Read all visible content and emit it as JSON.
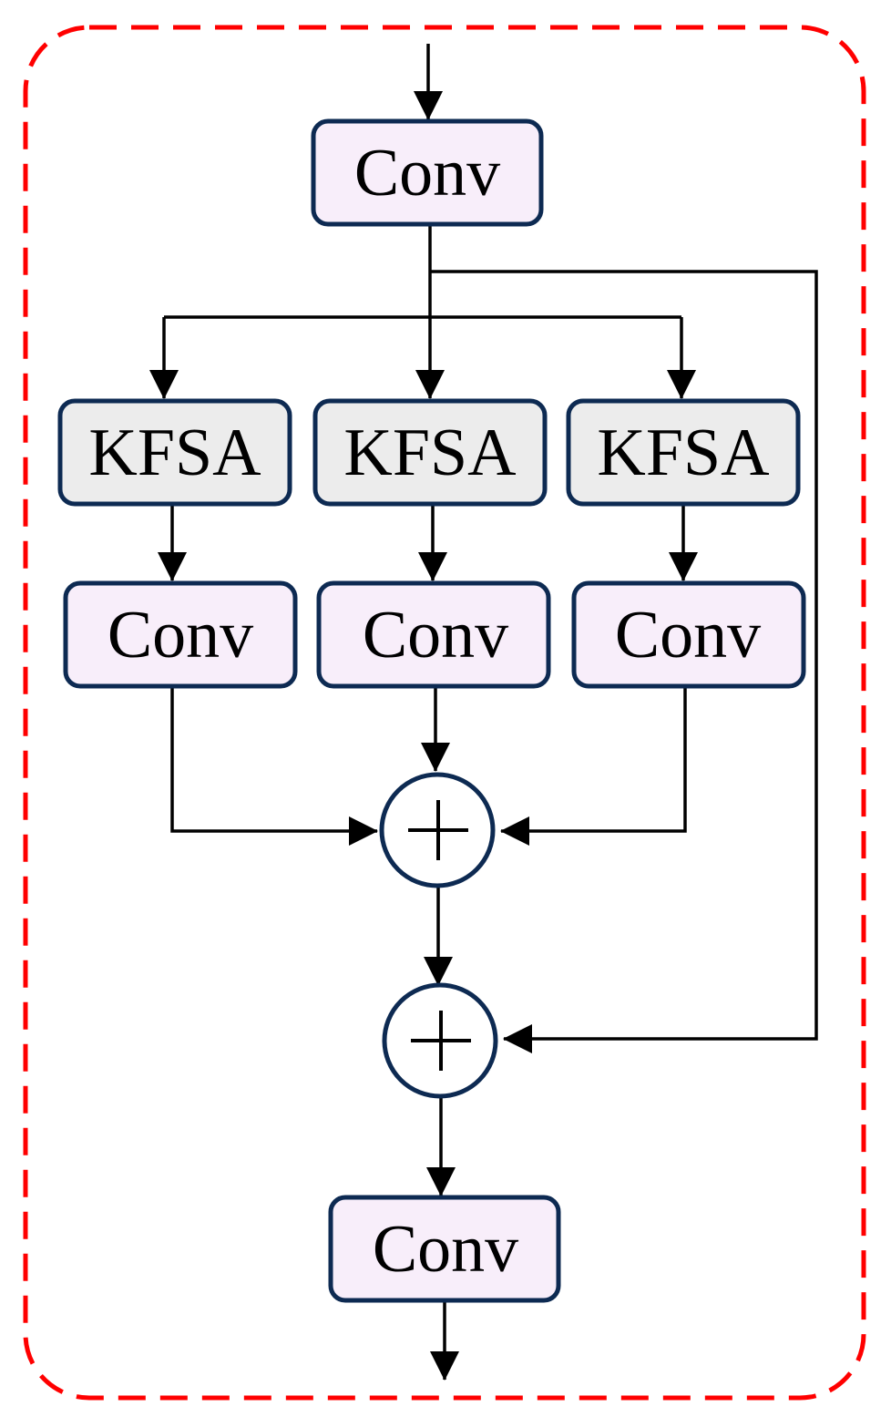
{
  "colors": {
    "container_border": "#ff0000",
    "node_border": "#0d2a52",
    "conv_fill": "#f8eefa",
    "kfsa_fill": "#ececec",
    "edge": "#000000"
  },
  "nodes": {
    "conv_top": {
      "label": "Conv"
    },
    "kfsa_left": {
      "label": "KFSA"
    },
    "kfsa_mid": {
      "label": "KFSA"
    },
    "kfsa_right": {
      "label": "KFSA"
    },
    "conv_left": {
      "label": "Conv"
    },
    "conv_mid": {
      "label": "Conv"
    },
    "conv_right": {
      "label": "Conv"
    },
    "add_1": {
      "symbol": "plus"
    },
    "add_2": {
      "symbol": "plus"
    },
    "conv_bottom": {
      "label": "Conv"
    }
  },
  "edges": [
    {
      "from": "input",
      "to": "conv_top"
    },
    {
      "from": "conv_top",
      "to": "kfsa_left"
    },
    {
      "from": "conv_top",
      "to": "kfsa_mid"
    },
    {
      "from": "conv_top",
      "to": "kfsa_right"
    },
    {
      "from": "conv_top",
      "to": "add_2"
    },
    {
      "from": "kfsa_left",
      "to": "conv_left"
    },
    {
      "from": "kfsa_mid",
      "to": "conv_mid"
    },
    {
      "from": "kfsa_right",
      "to": "conv_right"
    },
    {
      "from": "conv_left",
      "to": "add_1"
    },
    {
      "from": "conv_mid",
      "to": "add_1"
    },
    {
      "from": "conv_right",
      "to": "add_1"
    },
    {
      "from": "add_1",
      "to": "add_2"
    },
    {
      "from": "add_2",
      "to": "conv_bottom"
    },
    {
      "from": "conv_bottom",
      "to": "output"
    }
  ]
}
